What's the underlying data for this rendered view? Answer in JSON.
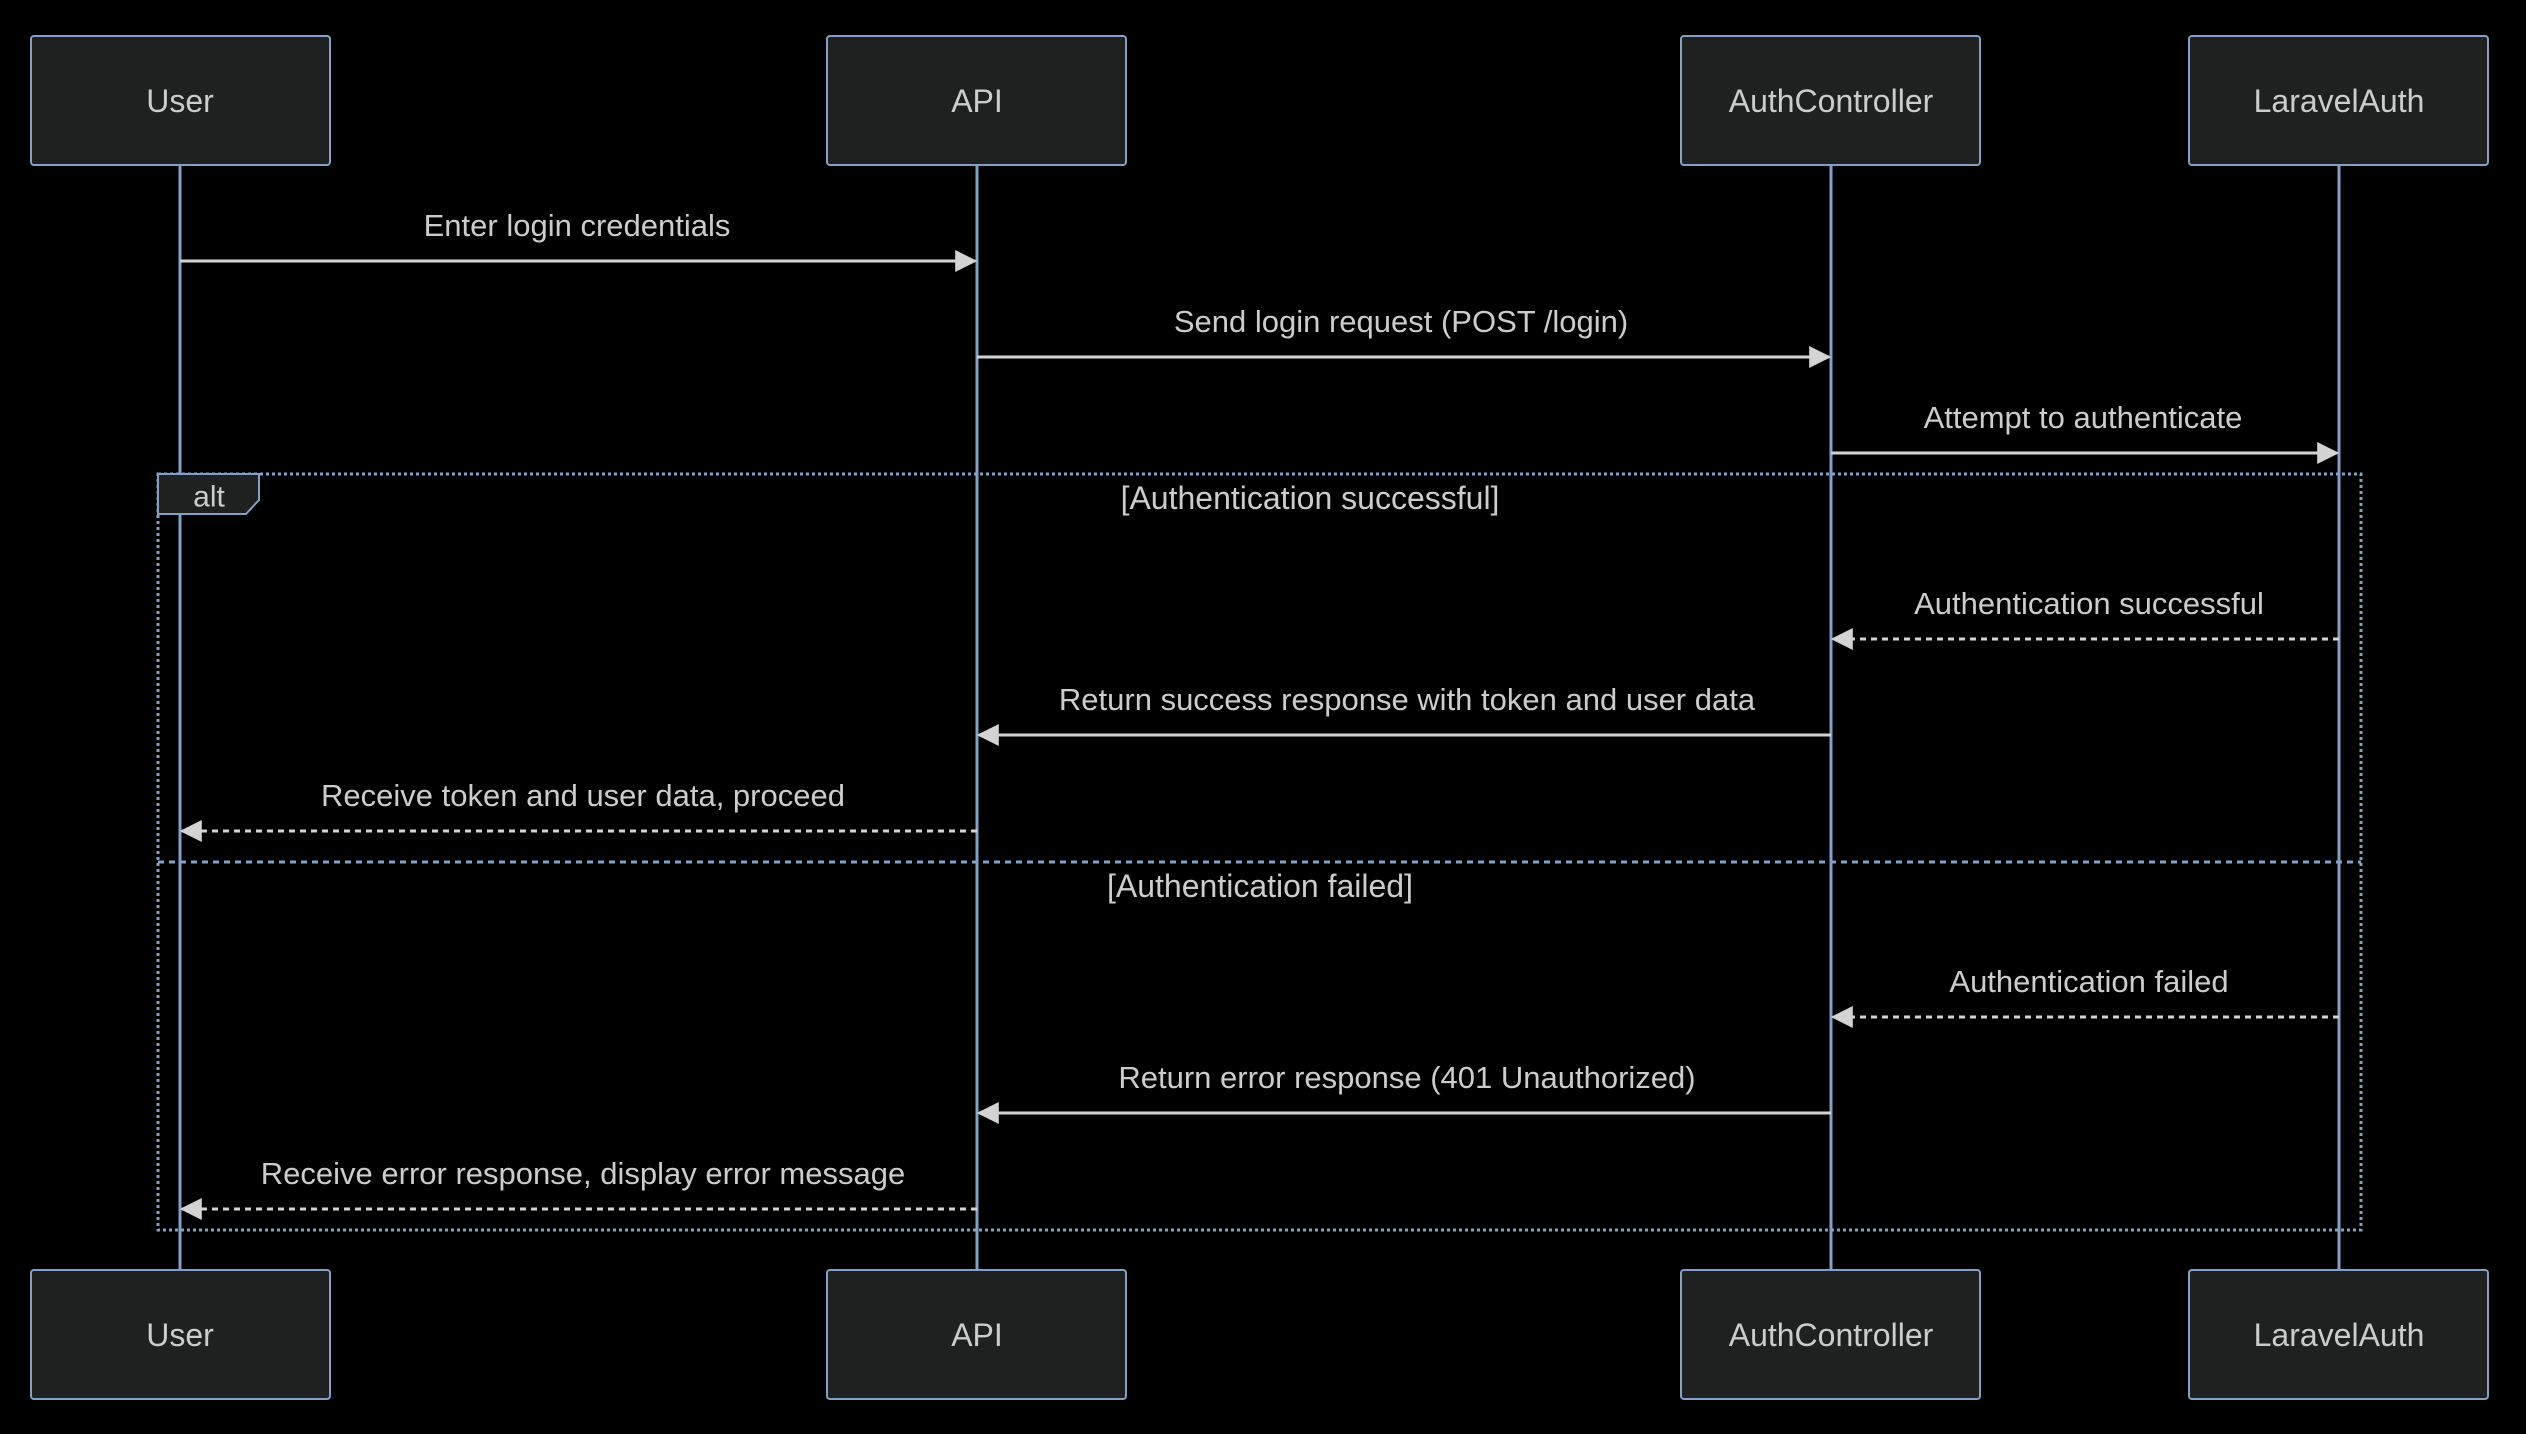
{
  "actors": [
    {
      "id": "user",
      "label": "User"
    },
    {
      "id": "api",
      "label": "API"
    },
    {
      "id": "auth",
      "label": "AuthController"
    },
    {
      "id": "laravel",
      "label": "LaravelAuth"
    }
  ],
  "messages": [
    {
      "from": "user",
      "to": "api",
      "label": "Enter login credentials",
      "style": "solid"
    },
    {
      "from": "api",
      "to": "auth",
      "label": "Send login request (POST /login)",
      "style": "solid"
    },
    {
      "from": "auth",
      "to": "laravel",
      "label": "Attempt to authenticate",
      "style": "solid"
    },
    {
      "from": "laravel",
      "to": "auth",
      "label": "Authentication successful",
      "style": "dashed"
    },
    {
      "from": "auth",
      "to": "api",
      "label": "Return success response with token and user data",
      "style": "solid"
    },
    {
      "from": "api",
      "to": "user",
      "label": "Receive token and user data, proceed",
      "style": "dashed"
    },
    {
      "from": "laravel",
      "to": "auth",
      "label": "Authentication failed",
      "style": "dashed"
    },
    {
      "from": "auth",
      "to": "api",
      "label": "Return error response (401 Unauthorized)",
      "style": "solid"
    },
    {
      "from": "api",
      "to": "user",
      "label": "Receive error response, display error message",
      "style": "dashed"
    }
  ],
  "alt_frame": {
    "label": "alt",
    "guard_success": "[Authentication successful]",
    "guard_failed": "[Authentication failed]"
  },
  "colors": {
    "background": "#000000",
    "actor_fill": "#1f2020",
    "actor_stroke": "#81a1c9",
    "message_line": "#d3d3d3",
    "text": "#cccccc"
  }
}
